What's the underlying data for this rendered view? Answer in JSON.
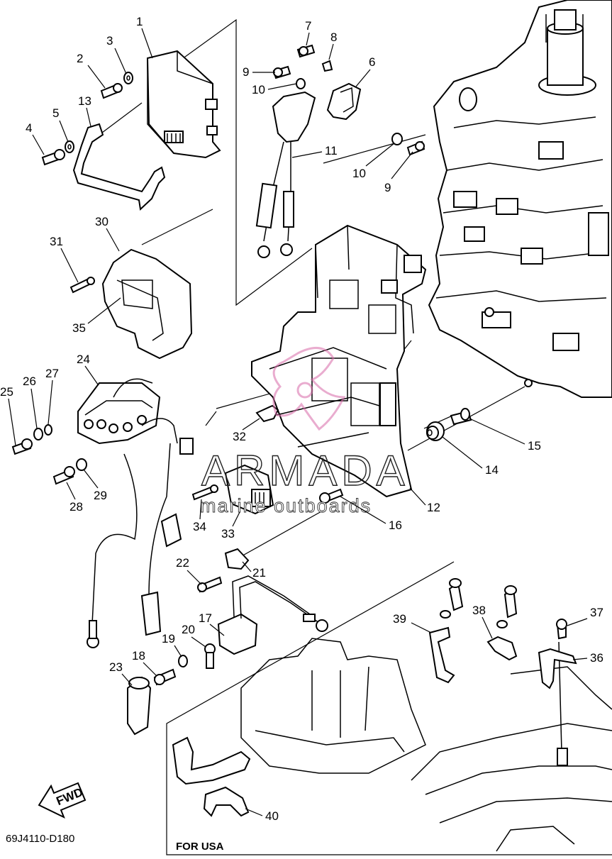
{
  "diagram": {
    "code": "69J4110-D180",
    "region_note": "FOR USA",
    "direction_label": "FWD",
    "watermark": {
      "brand": "ARMADA",
      "tagline": "marine outboards"
    },
    "callouts": [
      "1",
      "2",
      "3",
      "4",
      "5",
      "6",
      "7",
      "8",
      "9",
      "9",
      "10",
      "10",
      "11",
      "12",
      "13",
      "14",
      "15",
      "16",
      "17",
      "18",
      "19",
      "20",
      "21",
      "22",
      "23",
      "24",
      "25",
      "26",
      "27",
      "28",
      "29",
      "30",
      "31",
      "32",
      "33",
      "34",
      "35",
      "36",
      "37",
      "38",
      "39",
      "40"
    ],
    "colors": {
      "line": "#000000",
      "watermark_logo": "#d86aa8",
      "background": "#ffffff"
    }
  }
}
